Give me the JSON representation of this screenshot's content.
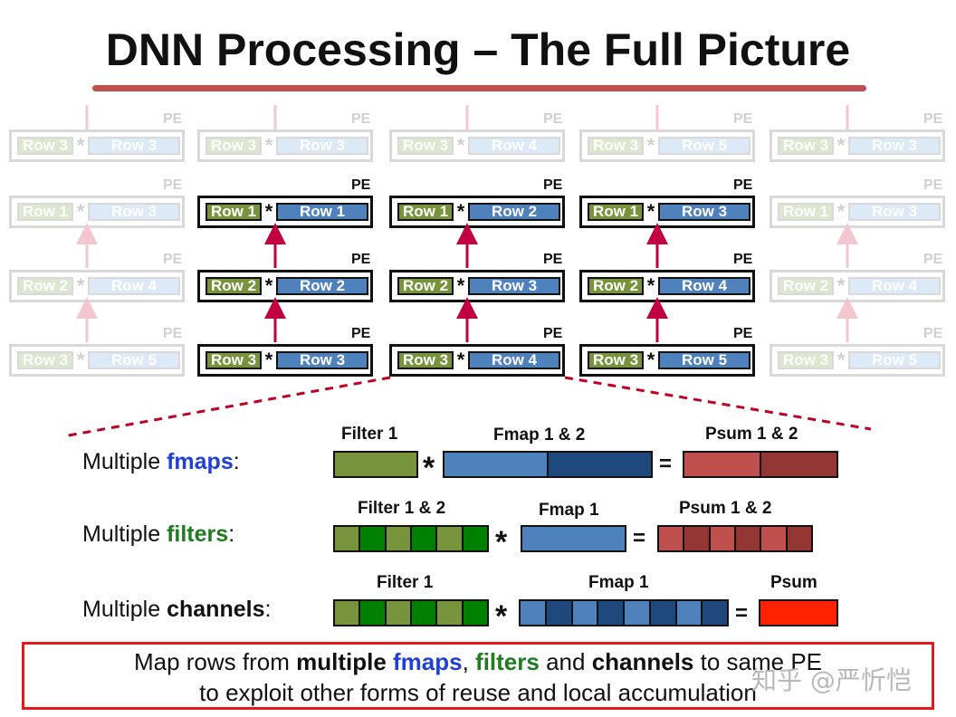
{
  "title": "DNN Processing – The Full Picture",
  "pe_label": "PE",
  "pe_grid": {
    "faded_top": [
      {
        "filter_row": "Row 3",
        "fmap_row": "Row 3"
      },
      {
        "filter_row": "Row 3",
        "fmap_row": "Row 3"
      },
      {
        "filter_row": "Row 3",
        "fmap_row": "Row 4"
      },
      {
        "filter_row": "Row 3",
        "fmap_row": "Row 5"
      },
      {
        "filter_row": "Row 3",
        "fmap_row": "Row 3"
      }
    ],
    "left_column": [
      {
        "filter_row": "Row 1",
        "fmap_row": "Row 3"
      },
      {
        "filter_row": "Row 2",
        "fmap_row": "Row 4"
      },
      {
        "filter_row": "Row 3",
        "fmap_row": "Row 5"
      }
    ],
    "right_column": [
      {
        "filter_row": "Row 1",
        "fmap_row": "Row 3"
      },
      {
        "filter_row": "Row 2",
        "fmap_row": "Row 4"
      },
      {
        "filter_row": "Row 3",
        "fmap_row": "Row 5"
      }
    ],
    "active": [
      [
        {
          "filter_row": "Row 1",
          "fmap_row": "Row 1"
        },
        {
          "filter_row": "Row 1",
          "fmap_row": "Row 2"
        },
        {
          "filter_row": "Row 1",
          "fmap_row": "Row 3"
        }
      ],
      [
        {
          "filter_row": "Row 2",
          "fmap_row": "Row 2"
        },
        {
          "filter_row": "Row 2",
          "fmap_row": "Row 3"
        },
        {
          "filter_row": "Row 2",
          "fmap_row": "Row 4"
        }
      ],
      [
        {
          "filter_row": "Row 3",
          "fmap_row": "Row 3"
        },
        {
          "filter_row": "Row 3",
          "fmap_row": "Row 4"
        },
        {
          "filter_row": "Row 3",
          "fmap_row": "Row 5"
        }
      ]
    ]
  },
  "details": {
    "fmaps": {
      "prefix": "Multiple ",
      "keyword": "fmaps",
      "suffix": ":",
      "filter_caption": "Filter 1",
      "input_caption": "Fmap  1 & 2",
      "output_caption": "Psum 1 & 2",
      "filter_cells": [
        "#77933c"
      ],
      "input_cells": [
        "#4f81bd",
        "#1f497d"
      ],
      "output_cells": [
        "#c0504d",
        "#943634"
      ]
    },
    "filters": {
      "prefix": "Multiple ",
      "keyword": "filters",
      "suffix": ":",
      "filter_caption": "Filter 1 & 2",
      "input_caption": "Fmap  1",
      "output_caption": "Psum 1 & 2",
      "filter_cells": [
        "#77933c",
        "#008000",
        "#77933c",
        "#008000",
        "#77933c",
        "#008000"
      ],
      "input_cells": [
        "#4f81bd"
      ],
      "output_cells": [
        "#c0504d",
        "#943634",
        "#c0504d",
        "#943634",
        "#c0504d",
        "#943634"
      ]
    },
    "channels": {
      "prefix": "Multiple ",
      "keyword": "channels",
      "suffix": ":",
      "filter_caption": "Filter 1",
      "input_caption": "Fmap  1",
      "output_caption": "Psum",
      "filter_cells": [
        "#77933c",
        "#008000",
        "#77933c",
        "#008000",
        "#77933c",
        "#008000"
      ],
      "input_cells": [
        "#4f81bd",
        "#1f497d",
        "#4f81bd",
        "#1f497d",
        "#4f81bd",
        "#1f497d",
        "#4f81bd",
        "#1f497d"
      ],
      "output_cells": [
        "#ff2200"
      ]
    }
  },
  "operators": {
    "conv": "*",
    "equals": "="
  },
  "note": {
    "line1": {
      "t1": "Map rows from ",
      "t2": "multiple ",
      "t3": "fmaps",
      "t4": ", ",
      "t5": "filters",
      "t6": " and ",
      "t7": "channels",
      "t8": " to same PE"
    },
    "line2": "to exploit other forms of reuse and local accumulation"
  },
  "watermark": "知乎 @严忻恺",
  "colors": {
    "accent_red": "#c0504d",
    "arrow_red": "#c00040",
    "filter_green": "#77933c",
    "fmap_blue": "#4f81bd",
    "fmaps_word": "#1f3fd6",
    "filters_word": "#1e7b1e",
    "note_border": "#e41a1c"
  }
}
